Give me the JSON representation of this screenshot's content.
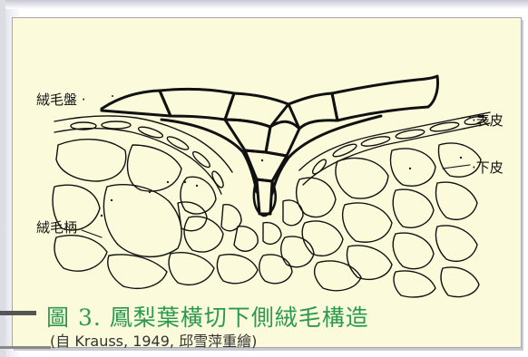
{
  "labels": {
    "trichome_disk": "絨毛盤 ·",
    "epidermis": "·表皮",
    "hypodermis": "·下皮",
    "trichome_stalk": "絨毛柄"
  },
  "caption": {
    "title": "圖 3. 鳳梨葉橫切下側絨毛構造",
    "source": "(自 Krauss, 1949, 邱雪萍重繪)"
  },
  "colors": {
    "panel_background": "#fbfbdc",
    "caption_title": "#2c9a4e",
    "line": "#111111"
  }
}
